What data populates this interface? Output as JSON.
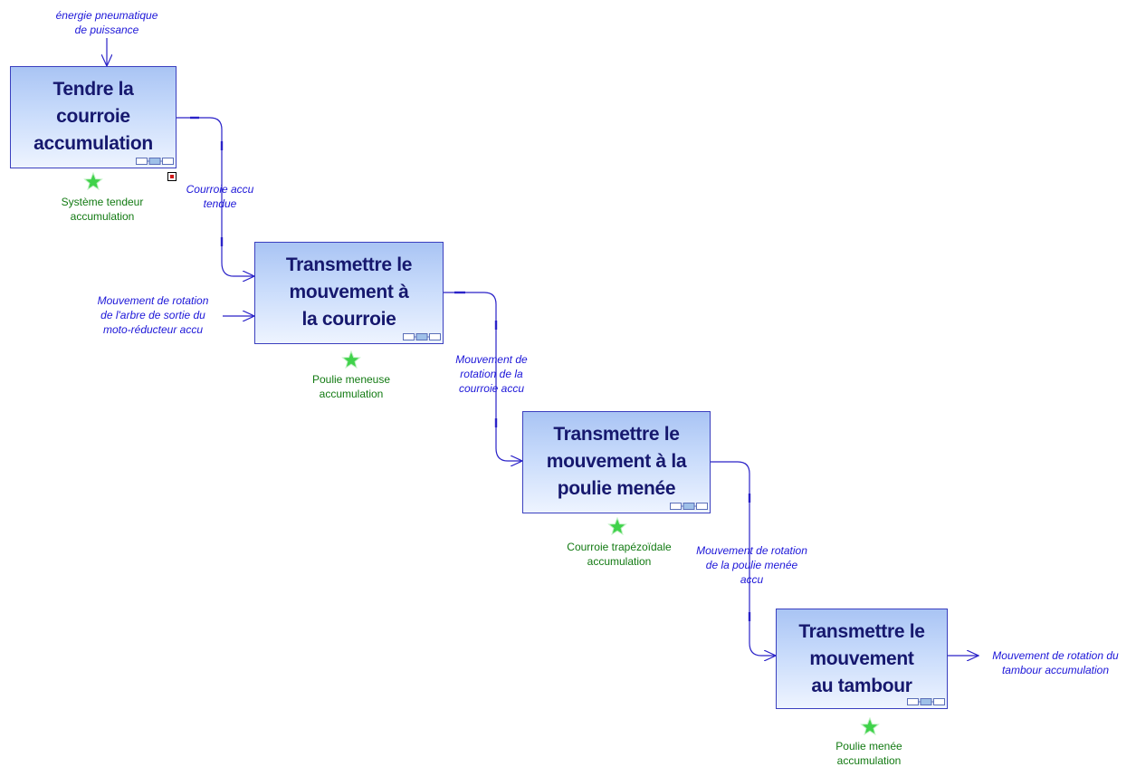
{
  "functions": [
    {
      "title": "Tendre la\ncourroie\naccumulation"
    },
    {
      "title": "Transmettre le\nmouvement à\nla courroie"
    },
    {
      "title": "Transmettre le\nmouvement à la\npoulie menée"
    },
    {
      "title": "Transmettre le\nmouvement\nau tambour"
    }
  ],
  "resources": [
    {
      "label": "Système tendeur\naccumulation"
    },
    {
      "label": "Poulie meneuse\naccumulation"
    },
    {
      "label": "Courroie trapézoïdale\naccumulation"
    },
    {
      "label": "Poulie menée\naccumulation"
    }
  ],
  "flows": {
    "input_energy": "énergie pneumatique\nde puissance",
    "belt_tensioned": "Courroie accu\ntendue",
    "input_rotation": "Mouvement de rotation\nde l'arbre de sortie du\nmoto-réducteur accu",
    "belt_rotation": "Mouvement de\nrotation de la\ncourroie accu",
    "pulley_rotation": "Mouvement de rotation\nde la poulie menée\naccu",
    "output_rotation": "Mouvement de rotation du\ntambour accumulation"
  },
  "colors": {
    "flow_line": "#2a22c8",
    "flow_text": "#1c16d8",
    "resource_text": "#127a12",
    "box_border": "#3a3fbf",
    "box_title": "#16186e",
    "star": "#3fd24a"
  }
}
